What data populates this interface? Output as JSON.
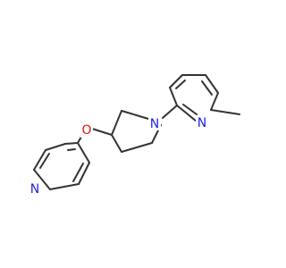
{
  "molecule": {
    "atom_labels": {
      "pyridine_n": "N",
      "pyrrolidine_n": "N",
      "ether_o": "O",
      "methylpyridine_n": "N"
    },
    "colors": {
      "bond": "#333333",
      "nitrogen": "#2222ee",
      "oxygen": "#ee1111"
    }
  }
}
